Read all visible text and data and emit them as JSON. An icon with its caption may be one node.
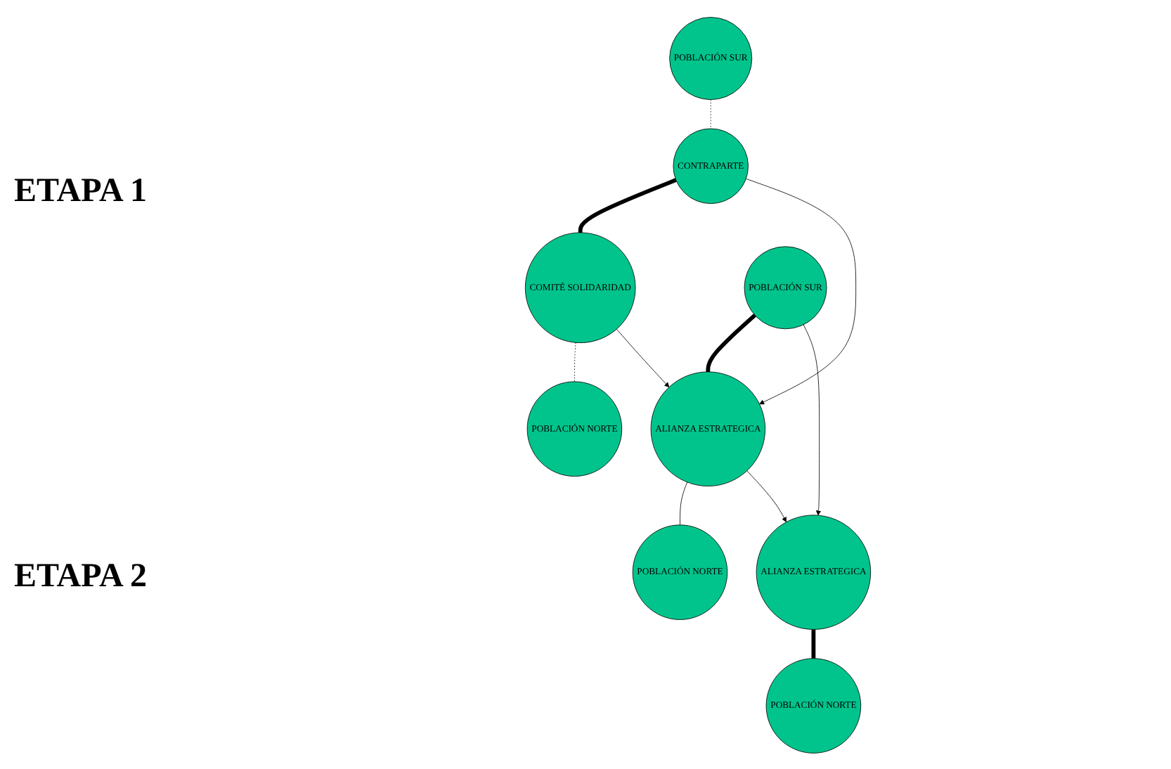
{
  "diagram": {
    "nodes": [
      {
        "text": [
          "POBLACIÓN SUR"
        ]
      },
      {
        "text": [
          "CONTRAPARTE"
        ]
      },
      {
        "text": [
          "COMITÉ SOLIDARIDAD"
        ]
      },
      {
        "text": [
          "POBLACIÓN NORTE"
        ]
      },
      {
        "text": [
          "POBLACIÓN SUR"
        ]
      },
      {
        "text": [
          "ALIANZA ESTRATEGICA"
        ]
      },
      {
        "text": [
          "POBLACIÓN NORTE"
        ]
      },
      {
        "text": [
          "ALIANZA ESTRATEGICA"
        ]
      },
      {
        "text": [
          "POBLACIÓN NORTE"
        ]
      }
    ],
    "edges": [
      {
        "from": 0,
        "to": 1,
        "arrow": "none",
        "style": "dashed"
      },
      {
        "from": 1,
        "to": 2,
        "arrow": "none",
        "style": "thick"
      },
      {
        "from": 2,
        "to": 3,
        "arrow": "none",
        "style": "dashed"
      },
      {
        "from": 1,
        "to": 5,
        "arrow": "to"
      },
      {
        "from": 2,
        "to": 5,
        "arrow": "to"
      },
      {
        "from": 4,
        "to": 5,
        "arrow": "none",
        "style": "thick"
      },
      {
        "from": 5,
        "to": 6,
        "arrow": "none"
      },
      {
        "from": 4,
        "to": 7,
        "arrow": "to"
      },
      {
        "from": 5,
        "to": 7,
        "arrow": "to"
      },
      {
        "from": 7,
        "to": 8,
        "arrow": "none",
        "style": "thick"
      }
    ],
    "labels": [
      "ETAPA 1",
      "ETAPA 2"
    ]
  }
}
